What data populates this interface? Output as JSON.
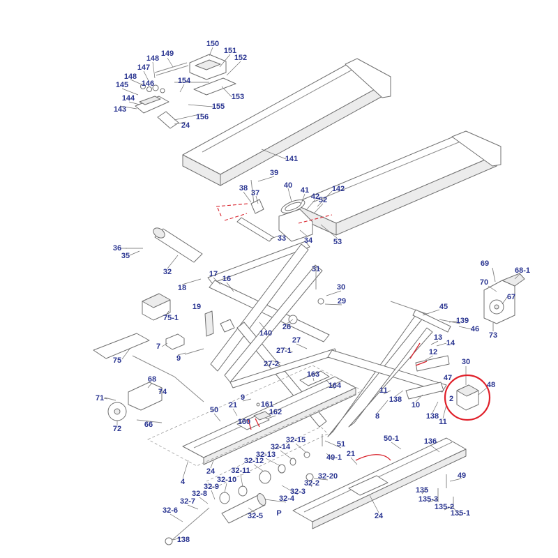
{
  "labels": [
    "150",
    "151",
    "152",
    "149",
    "148",
    "147",
    "148",
    "154",
    "145",
    "146",
    "153",
    "144",
    "143",
    "155",
    "156",
    "24",
    "141",
    "39",
    "40",
    "38",
    "37",
    "41",
    "142",
    "42",
    "52",
    "33",
    "34",
    "53",
    "36",
    "35",
    "32",
    "31",
    "17",
    "16",
    "18",
    "30",
    "29",
    "69",
    "68-1",
    "70",
    "67",
    "73",
    "45",
    "19",
    "75-1",
    "139",
    "26",
    "46",
    "140",
    "13",
    "14",
    "7",
    "27",
    "27-1",
    "12",
    "9",
    "75",
    "27-2",
    "30",
    "163",
    "47",
    "68",
    "48",
    "164",
    "11",
    "74",
    "71",
    "2",
    "9",
    "138",
    "21",
    "10",
    "161",
    "162",
    "50",
    "8",
    "138",
    "160",
    "11",
    "66",
    "72",
    "50-1",
    "136",
    "32-15",
    "51",
    "32-14",
    "21",
    "32-13",
    "49-1",
    "32-12",
    "24",
    "32-11",
    "49",
    "32-20",
    "32-10",
    "4",
    "32-2",
    "32-9",
    "135",
    "32-3",
    "32-8",
    "32-4",
    "135-3",
    "32-7",
    "135-2",
    "32-6",
    "P",
    "135-1",
    "32-5",
    "24",
    "138"
  ],
  "colors": {
    "label": "#2a3591",
    "linework": "#6f6f6f",
    "highlight": "#e0202a"
  }
}
